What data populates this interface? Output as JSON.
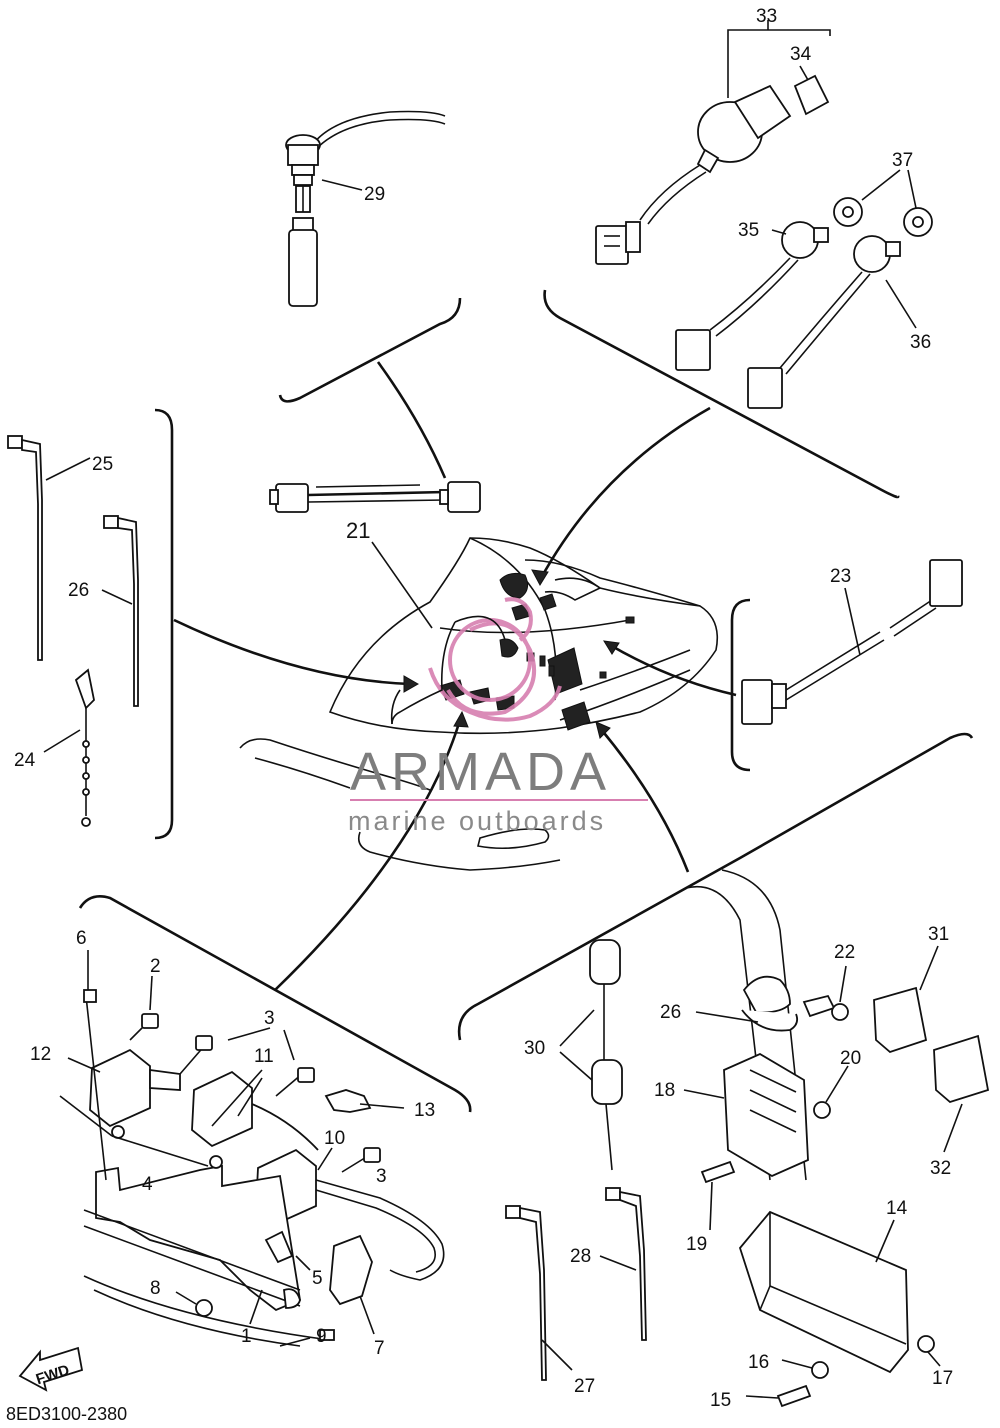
{
  "diagram_code": "8ED3100-2380",
  "watermark": {
    "brand": "ARMADA",
    "tagline": "marine outboards",
    "accent_color": "#d77fb0"
  },
  "fwd_label": "FWD",
  "callouts": {
    "n1": "1",
    "n2": "2",
    "n3a": "3",
    "n3b": "3",
    "n4": "4",
    "n5": "5",
    "n6": "6",
    "n7": "7",
    "n8": "8",
    "n9": "9",
    "n10": "10",
    "n11": "11",
    "n12": "12",
    "n13": "13",
    "n14": "14",
    "n15": "15",
    "n16": "16",
    "n17": "17",
    "n18": "18",
    "n19": "19",
    "n20": "20",
    "n21": "21",
    "n22": "22",
    "n23": "23",
    "n24": "24",
    "n25": "25",
    "n26a": "26",
    "n26b": "26",
    "n27": "27",
    "n28": "28",
    "n29": "29",
    "n30": "30",
    "n31": "31",
    "n32": "32",
    "n33": "33",
    "n34": "34",
    "n35": "35",
    "n36": "36",
    "n37": "37"
  }
}
